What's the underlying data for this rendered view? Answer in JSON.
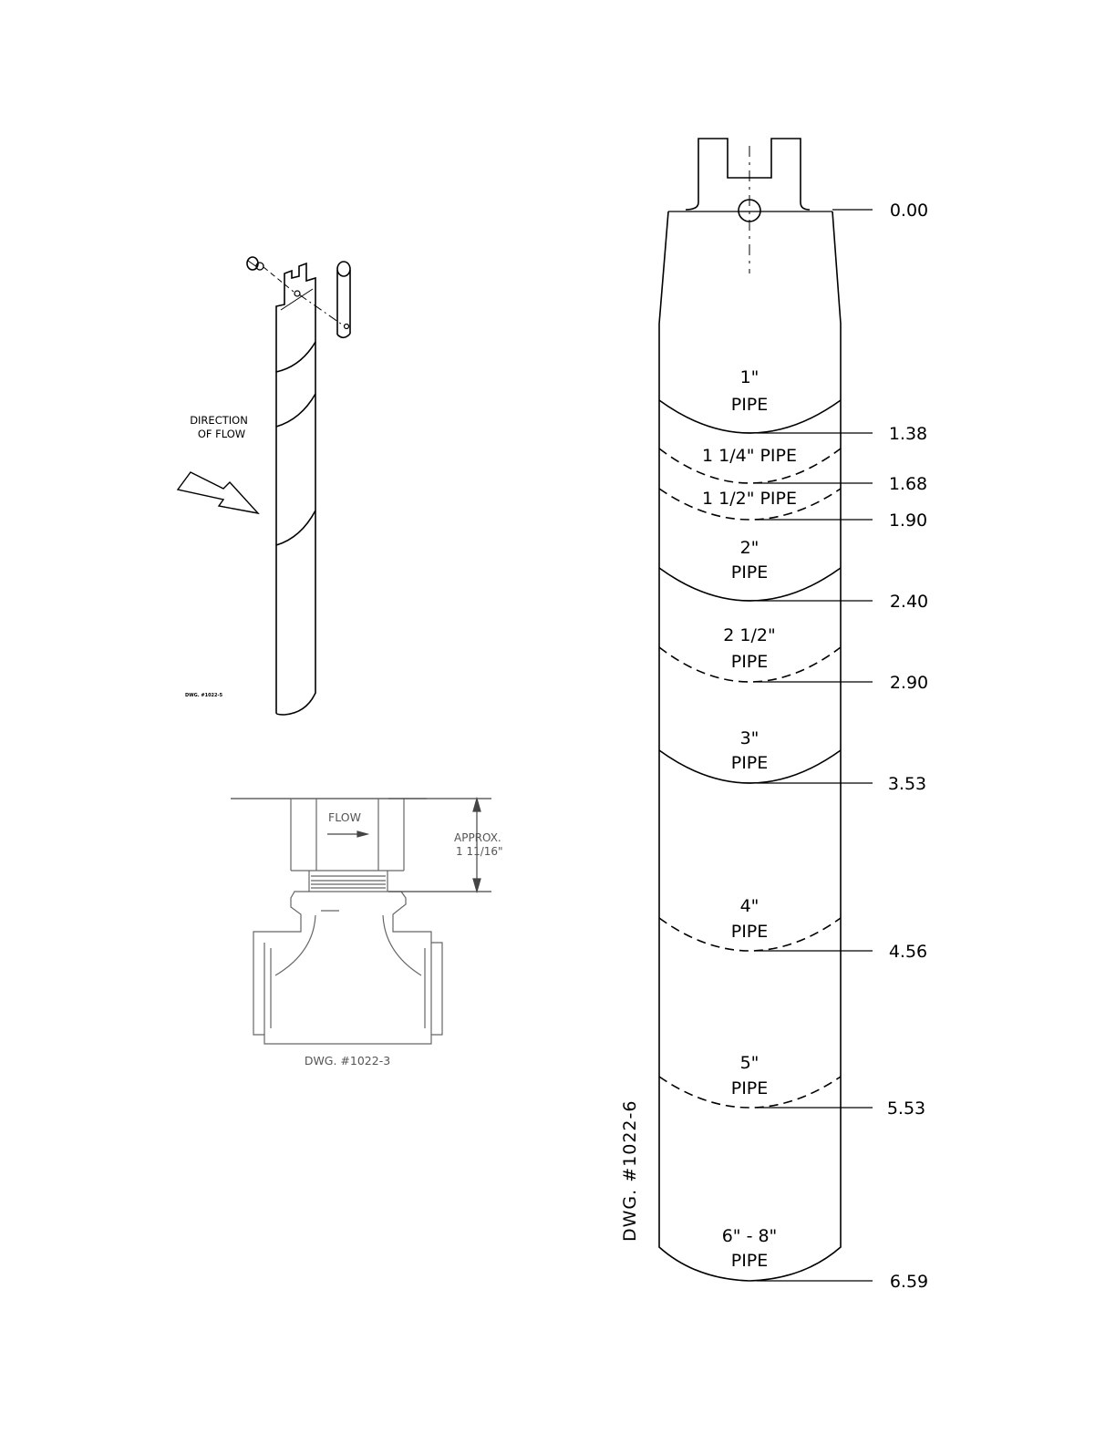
{
  "small_drawing": {
    "flow_label_line1": "DIRECTION",
    "flow_label_line2": "OF FLOW",
    "dwg_label": "DWG. #1022-5"
  },
  "tee_drawing": {
    "flow_label": "FLOW",
    "approx_line1": "APPROX.",
    "approx_line2": "1 11/16\"",
    "dwg_label": "DWG. #1022-3"
  },
  "paddle_drawing": {
    "dwg_label": "DWG. #1022-6",
    "top_value": "0.00",
    "marks": [
      {
        "line1": "1\"",
        "line2": "PIPE",
        "value": "1.38",
        "style": "solid"
      },
      {
        "line1": "1 1/4\" PIPE",
        "line2": "",
        "value": "1.68",
        "style": "dashed"
      },
      {
        "line1": "1 1/2\" PIPE",
        "line2": "",
        "value": "1.90",
        "style": "dashed"
      },
      {
        "line1": "2\"",
        "line2": "PIPE",
        "value": "2.40",
        "style": "solid"
      },
      {
        "line1": "2 1/2\"",
        "line2": "PIPE",
        "value": "2.90",
        "style": "dashed"
      },
      {
        "line1": "3\"",
        "line2": "PIPE",
        "value": "3.53",
        "style": "solid"
      },
      {
        "line1": "4\"",
        "line2": "PIPE",
        "value": "4.56",
        "style": "dashed"
      },
      {
        "line1": "5\"",
        "line2": "PIPE",
        "value": "5.53",
        "style": "dashed"
      },
      {
        "line1": "6\" - 8\"",
        "line2": "PIPE",
        "value": "6.59",
        "style": "solid"
      }
    ]
  }
}
